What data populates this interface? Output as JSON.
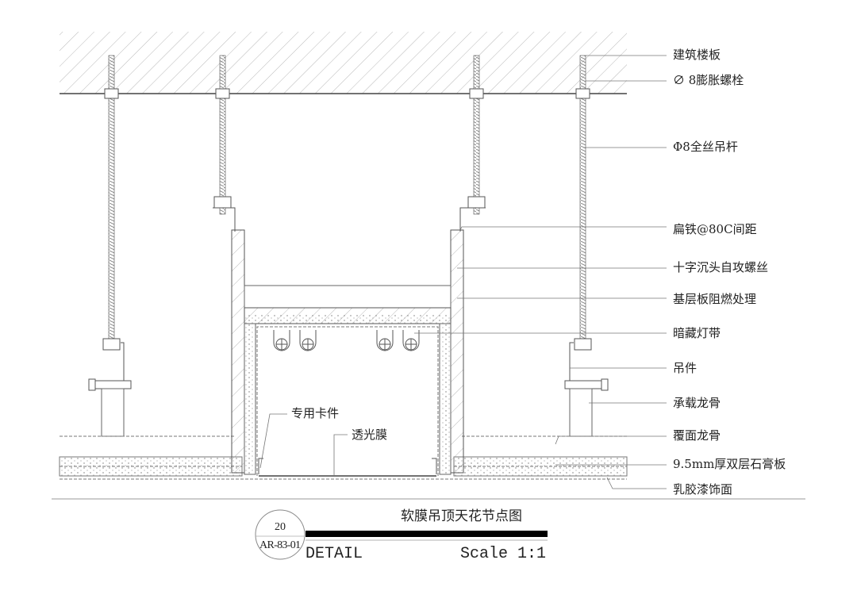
{
  "drawing": {
    "labels": [
      "建筑楼板",
      "∅ 8膨胀螺栓",
      "Φ8全丝吊杆",
      "扁铁@80C间距",
      "十字沉头自攻螺丝",
      "基层板阻燃处理",
      "暗藏灯带",
      "吊件",
      "承载龙骨",
      "覆面龙骨",
      "9.5mm厚双层石膏板",
      "乳胶漆饰面"
    ],
    "inner_labels": {
      "clip": "专用卡件",
      "membrane": "透光膜"
    }
  },
  "title_block": {
    "detail_number": "20",
    "sheet_ref": "AR-83-01",
    "title": "软膜吊顶天花节点图",
    "detail_word": "DETAIL",
    "scale": "Scale 1:1"
  }
}
